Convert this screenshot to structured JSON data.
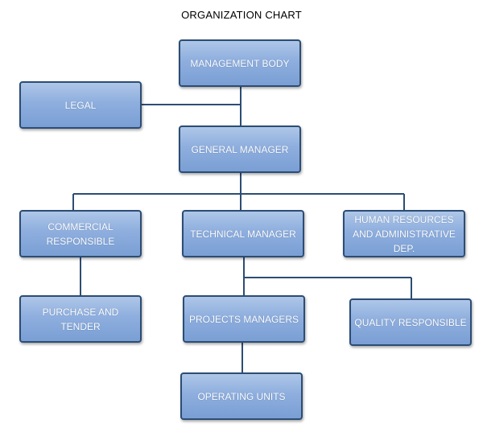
{
  "title": "ORGANIZATION CHART",
  "colors": {
    "box_fill": "#8eaede",
    "box_border": "#2c4d74",
    "connector": "#2c4d74",
    "text": "#ffffff"
  },
  "nodes": {
    "management_body": "MANAGEMENT BODY",
    "legal": "LEGAL",
    "general_manager": "GENERAL MANAGER",
    "commercial_responsible": "COMMERCIAL RESPONSIBLE",
    "technical_manager": "TECHNICAL MANAGER",
    "human_resources": "HUMAN RESOURCES AND ADMINISTRATIVE DEP.",
    "purchase_and_tender": "PURCHASE AND TENDER",
    "projects_managers": "PROJECTS MANAGERS",
    "quality_responsible": "QUALITY RESPONSIBLE",
    "operating_units": "OPERATING UNITS"
  }
}
